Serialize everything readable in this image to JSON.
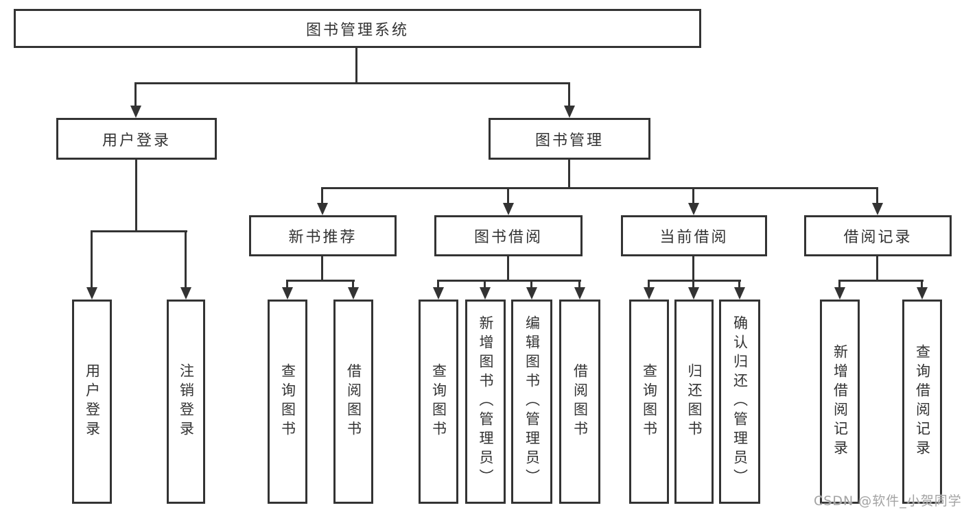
{
  "page": {
    "background": "#ffffff"
  },
  "colors": {
    "line": "#333333",
    "node_border": "#333333",
    "node_text": "#333333",
    "node_background": "#ffffff",
    "watermark_text": "#a3a3a3"
  },
  "tree": {
    "root": {
      "label": "图书管理系统"
    },
    "branch_user": {
      "label": "用户登录",
      "leaves": [
        "用户登录",
        "注销登录"
      ]
    },
    "branch_books": {
      "label": "图书管理",
      "groups": [
        {
          "label": "新书推荐",
          "leaves": [
            "查询图书",
            "借阅图书"
          ]
        },
        {
          "label": "图书借阅",
          "leaves": [
            "查询图书",
            "新增图书（管理员）",
            "编辑图书（管理员）",
            "借阅图书"
          ]
        },
        {
          "label": "当前借阅",
          "leaves": [
            "查询图书",
            "归还图书",
            "确认归还（管理员）"
          ]
        },
        {
          "label": "借阅记录",
          "leaves": [
            "新增借阅记录",
            "查询借阅记录"
          ]
        }
      ]
    }
  },
  "watermark": {
    "label": "CSDN @软件_小贺同学"
  }
}
